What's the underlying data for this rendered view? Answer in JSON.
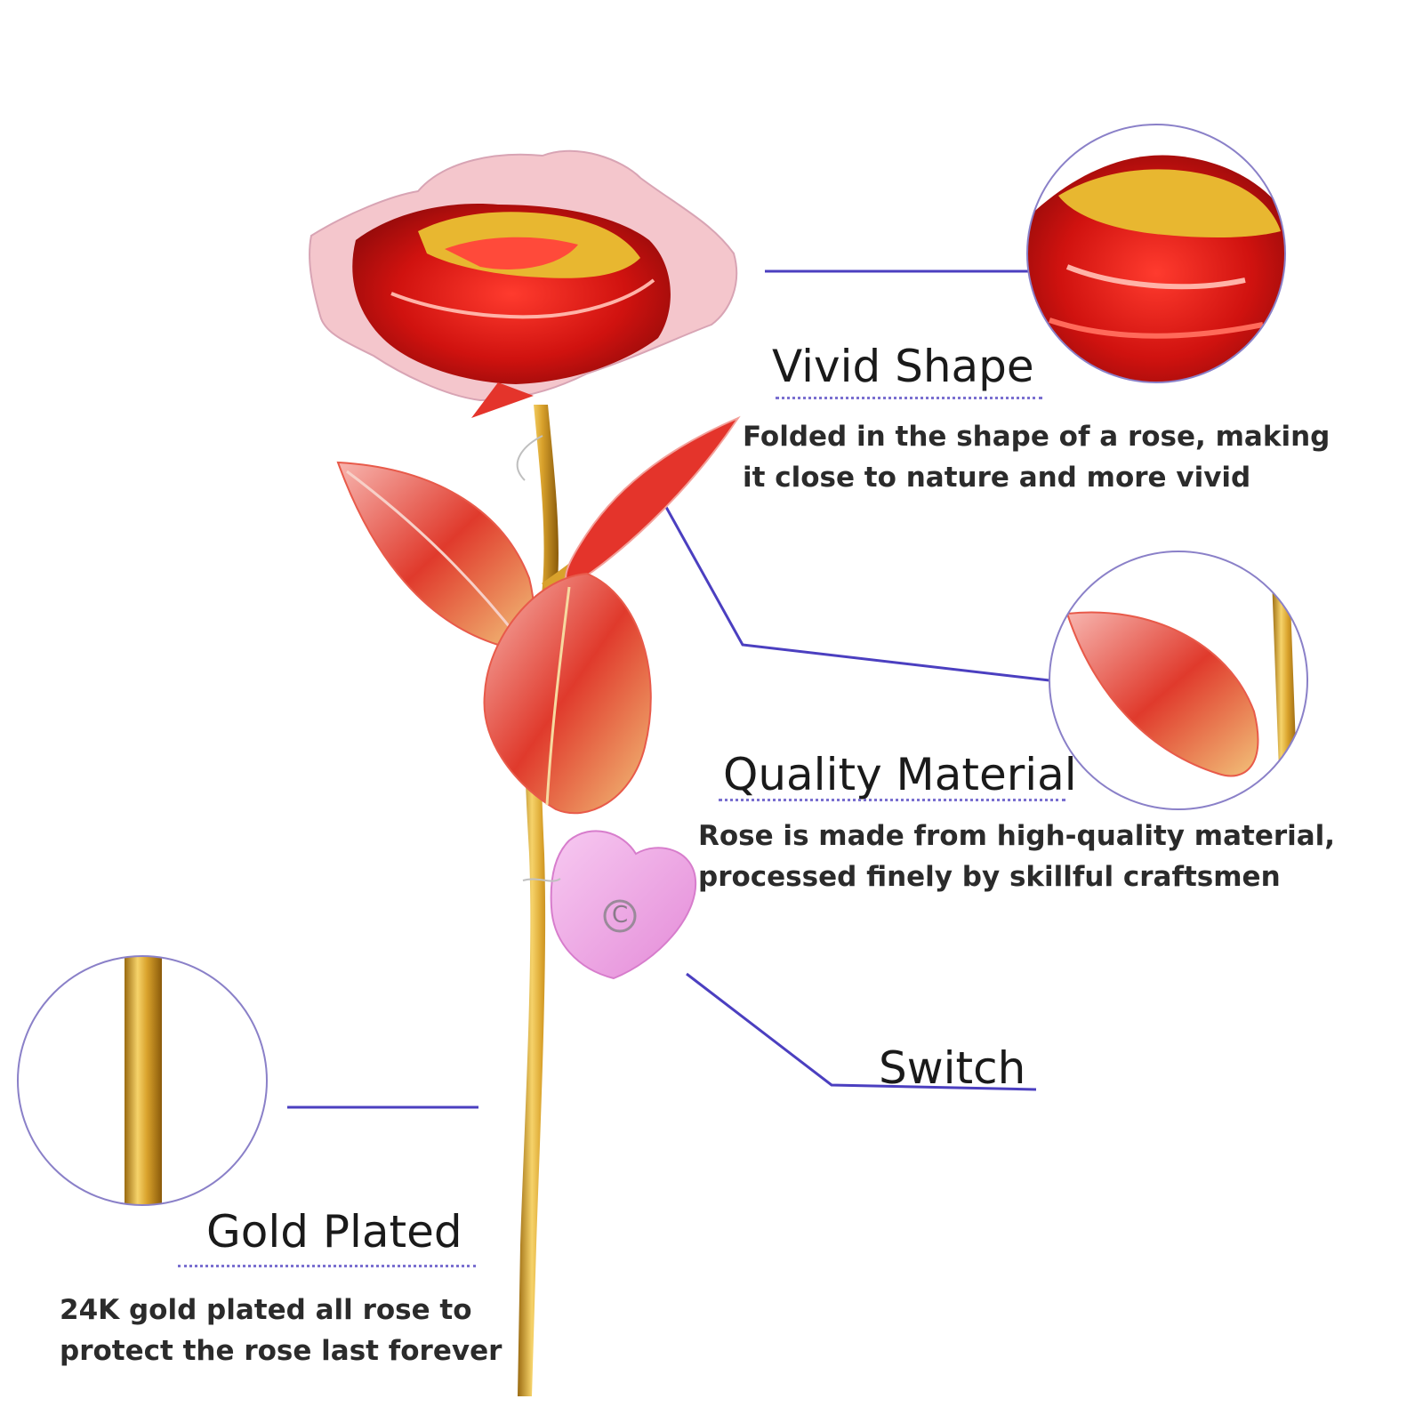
{
  "colors": {
    "accent_line": "#4b3fc0",
    "circle_border": "#8a80c8",
    "petal_red": "#d81a1a",
    "gold": "#d4a12a",
    "switch_pink": "#f1a6e6"
  },
  "features": [
    {
      "id": "vivid-shape",
      "title": "Vivid Shape",
      "lines": [
        "Folded in the shape of a rose, making",
        "it close to nature and more vivid"
      ]
    },
    {
      "id": "quality-material",
      "title": "Quality Material",
      "lines": [
        "Rose is made from high-quality material,",
        "processed finely by skillful craftsmen"
      ]
    },
    {
      "id": "switch",
      "title": "Switch",
      "lines": []
    },
    {
      "id": "gold-plated",
      "title": "Gold Plated",
      "lines": [
        "24K gold plated all rose to",
        "protect the rose last forever"
      ]
    }
  ],
  "switch_button": {
    "letter": "C",
    "icon": "power-switch-icon"
  }
}
